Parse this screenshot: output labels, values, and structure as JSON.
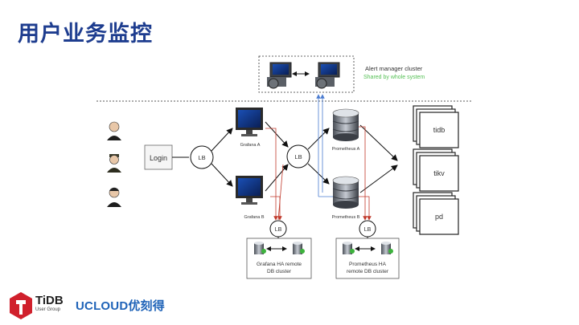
{
  "title": "用户业务监控",
  "alert": {
    "title": "Alert manager cluster",
    "subtitle": "Shared by whole system"
  },
  "login": {
    "label": "Login"
  },
  "lb_label": "LB",
  "grafana": {
    "a": "Grafana A",
    "b": "Grafana B"
  },
  "prometheus": {
    "a": "Prometheus A",
    "b": "Prometheus B"
  },
  "grafana_db": {
    "line1": "Grafana HA remote",
    "line2": "DB cluster"
  },
  "prom_db": {
    "line1": "Prometheus HA",
    "line2": "remote DB cluster"
  },
  "stacks": {
    "tidb": "tidb",
    "tikv": "tikv",
    "pd": "pd"
  },
  "footer": {
    "tidb_brand": "TiDB",
    "tidb_sub": "User Group",
    "ucloud": "UCLOUD优刻得"
  },
  "colors": {
    "title": "#1e3d8f",
    "red_arrow": "#c0392b",
    "blue_arrow": "#4a7bd0",
    "ucloud": "#1f63b8",
    "tidb_logo": "#d0202c"
  }
}
